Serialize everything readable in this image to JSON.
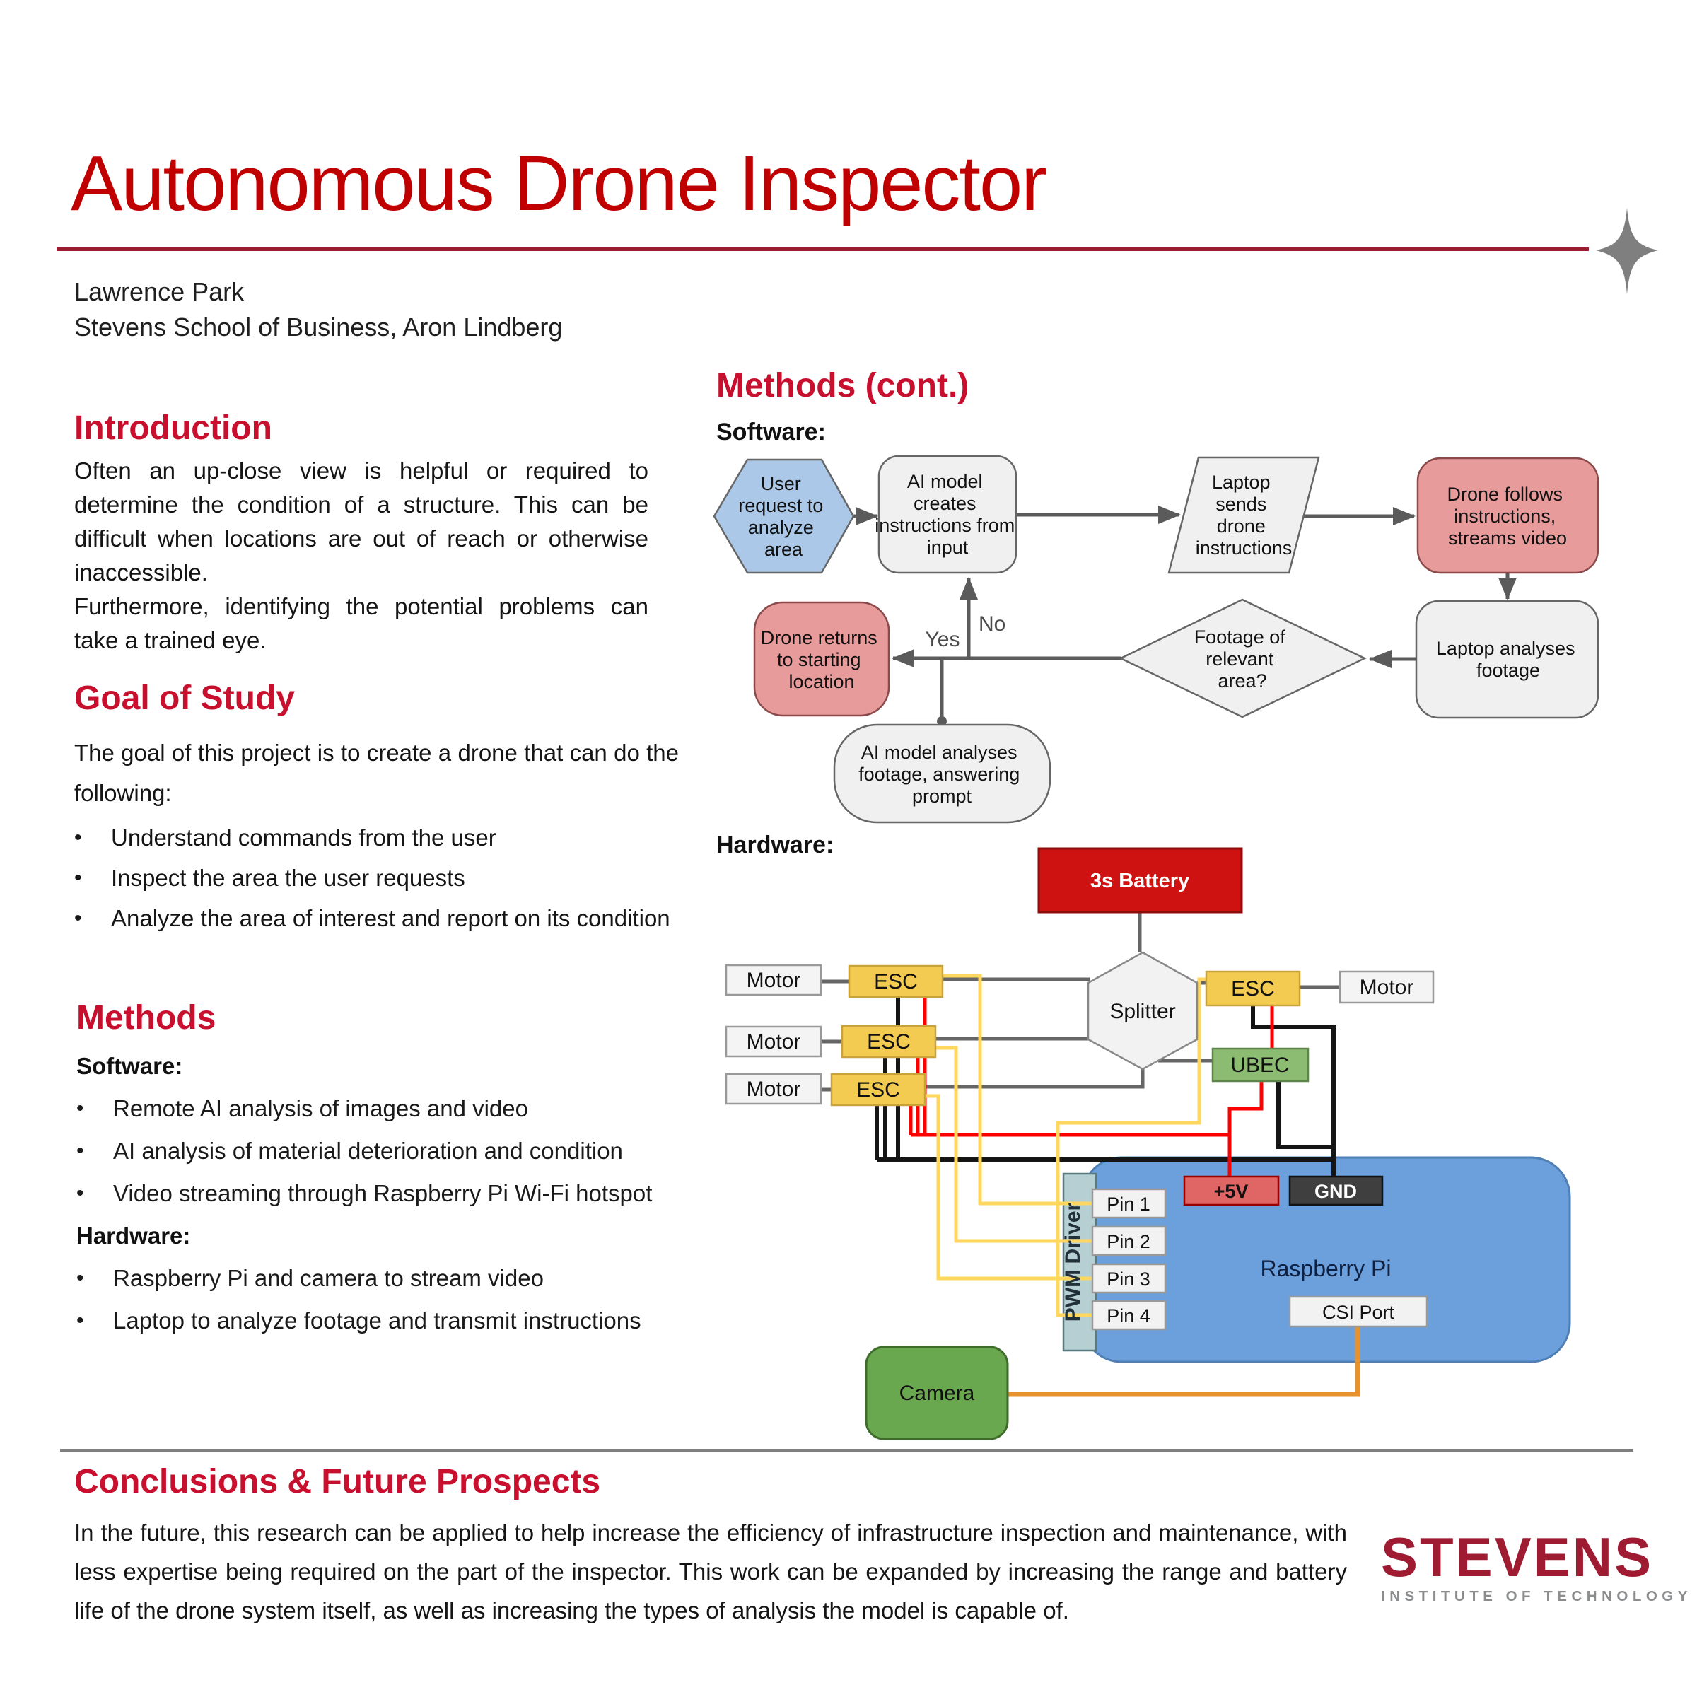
{
  "header": {
    "title": "Autonomous Drone Inspector",
    "author_line1": "Lawrence Park",
    "author_line2": "Stevens School of Business, Aron Lindberg"
  },
  "colors": {
    "title_red": "#C00000",
    "heading_red": "#C80F2E",
    "rule_red": "#9B1B30",
    "logo_red": "#9E1B32",
    "logo_gray": "#8A8C8E",
    "battery_red": "#CE1111",
    "esc_yellow": "#F4CB51",
    "ubec_green": "#8CBB72",
    "pi_blue": "#6CA0DC",
    "camera_green": "#6AA84F",
    "pink_node": "#E89B9B",
    "blue_node": "#ABC8E8",
    "wire_yellow": "#FFD75E",
    "wire_red": "#FF0000",
    "wire_orange": "#E8922E"
  },
  "introduction": {
    "heading": "Introduction",
    "para1": "Often an up-close view is helpful or required to determine the condition of a structure. This can be difficult when locations are out of reach or otherwise inaccessible.",
    "para2": "Furthermore, identifying the potential problems can take a trained eye."
  },
  "goal": {
    "heading": "Goal of Study",
    "intro": "The goal of this project is to create a drone that can do the following:",
    "bullets": [
      "Understand commands from the user",
      "Inspect the area the user requests",
      "Analyze the area of interest and report on its condition"
    ]
  },
  "methods": {
    "heading": "Methods",
    "software_label": "Software:",
    "software_bullets": [
      "Remote AI analysis of images and video",
      "AI analysis of material deterioration and condition",
      "Video streaming through Raspberry Pi Wi-Fi hotspot"
    ],
    "hardware_label": "Hardware:",
    "hardware_bullets": [
      "Raspberry Pi and camera to stream video",
      "Laptop to analyze footage and transmit instructions"
    ]
  },
  "methods_cont": {
    "heading": "Methods (cont.)",
    "software_label": "Software:",
    "hardware_label": "Hardware:"
  },
  "software_flowchart": {
    "nodes": {
      "user_request": {
        "lines": [
          "User",
          "request to",
          "analyze",
          "area"
        ]
      },
      "ai_creates": {
        "lines": [
          "AI model",
          "creates",
          "instructions from",
          "input"
        ]
      },
      "laptop_sends": {
        "lines": [
          "Laptop",
          "sends",
          "drone",
          "instructions"
        ]
      },
      "drone_follows": {
        "lines": [
          "Drone follows",
          "instructions,",
          "streams video"
        ]
      },
      "laptop_analyses": {
        "lines": [
          "Laptop analyses",
          "footage"
        ]
      },
      "footage_decision": {
        "lines": [
          "Footage of",
          "relevant",
          "area?"
        ]
      },
      "drone_returns": {
        "lines": [
          "Drone returns",
          "to starting",
          "location"
        ]
      },
      "ai_analyses": {
        "lines": [
          "AI model analyses",
          "footage, answering",
          "prompt"
        ]
      }
    },
    "edge_labels": {
      "yes": "Yes",
      "no": "No"
    }
  },
  "hardware_diagram": {
    "battery": "3s Battery",
    "splitter": "Splitter",
    "motor": "Motor",
    "esc": "ESC",
    "ubec": "UBEC",
    "pwm_driver": "PWM Driver",
    "pins": [
      "Pin 1",
      "Pin 2",
      "Pin 3",
      "Pin 4"
    ],
    "plus5v": "+5V",
    "gnd": "GND",
    "raspberry_pi": "Raspberry Pi",
    "csi_port": "CSI Port",
    "camera": "Camera"
  },
  "conclusions": {
    "heading": "Conclusions & Future Prospects",
    "paragraph": "In the future, this research can be applied to help increase the efficiency of infrastructure inspection and maintenance, with less expertise being required on the part of the inspector. This work can be expanded by increasing the range and battery life of the drone system itself, as well as increasing the types of analysis the model is capable of."
  },
  "logo": {
    "wordmark": "STEVENS",
    "subtitle": "INSTITUTE OF TECHNOLOGY"
  }
}
